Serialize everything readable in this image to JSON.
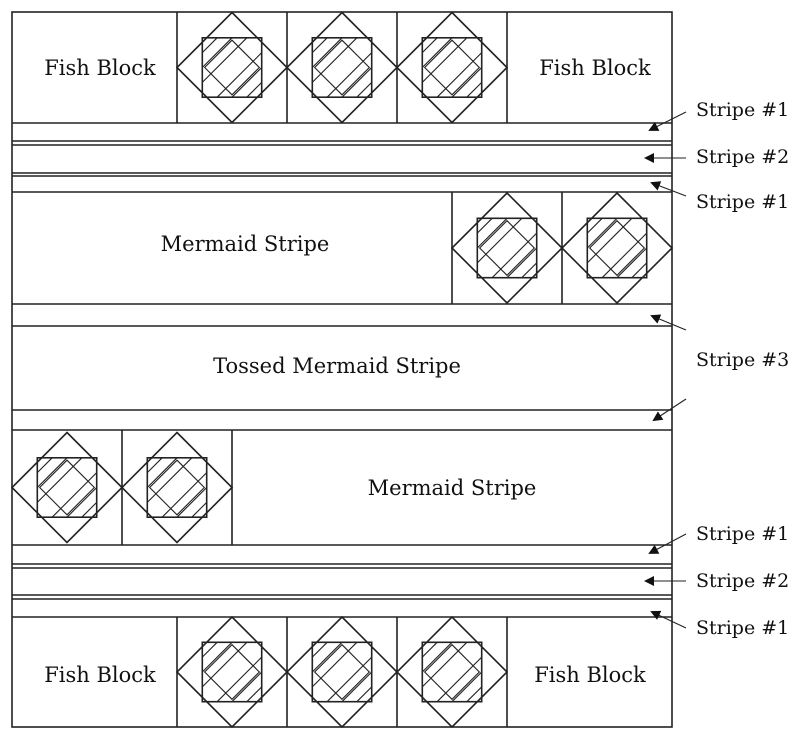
{
  "labels": {
    "fish_block": "Fish Block",
    "mermaid_stripe": "Mermaid Stripe",
    "tossed_mermaid_stripe": "Tossed Mermaid Stripe"
  },
  "callouts": {
    "stripe1_top": "Stripe #1",
    "stripe2_top": "Stripe #2",
    "stripe1_mid": "Stripe #1",
    "stripe3": "Stripe #3",
    "stripe1_low": "Stripe #1",
    "stripe2_low": "Stripe #2",
    "stripe1_bottom": "Stripe #1"
  },
  "colors": {
    "line": "#222222",
    "background": "#ffffff"
  }
}
